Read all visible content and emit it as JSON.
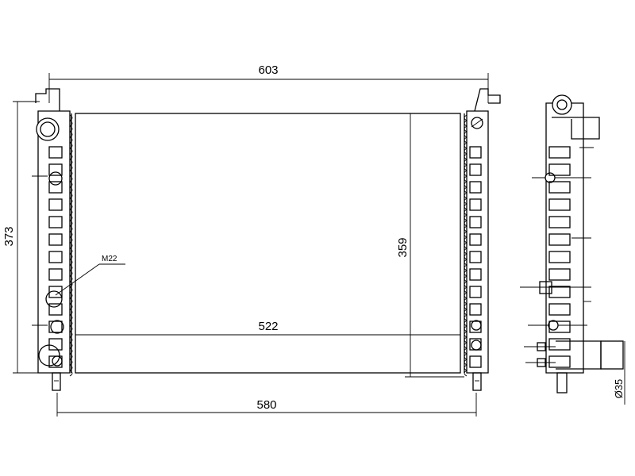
{
  "drawing": {
    "title": "Radiator technical drawing",
    "dimensions": {
      "overall_width": "603",
      "overall_height": "373",
      "core_height": "359",
      "core_width": "522",
      "tank_width": "580",
      "thread": "M22",
      "outlet_diameter": "Ø35"
    }
  }
}
